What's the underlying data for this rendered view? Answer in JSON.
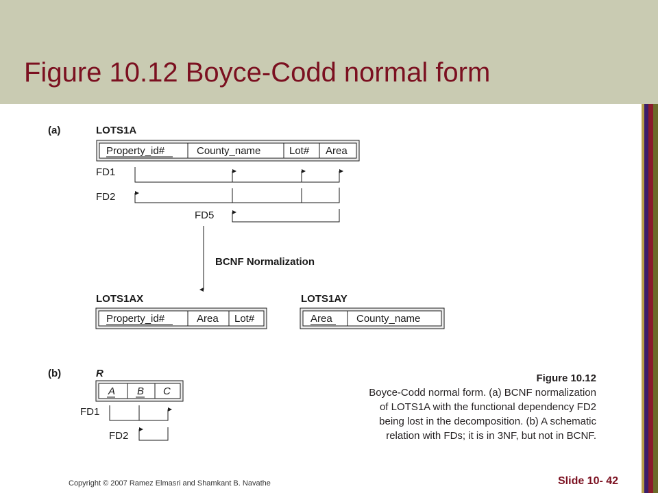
{
  "slide": {
    "title": "Figure 10.12 Boyce-Codd normal form",
    "copyright": "Copyright © 2007 Ramez Elmasri and Shamkant B. Navathe",
    "slide_number": "Slide 10- 42"
  },
  "colors": {
    "header_bg": "#c9cbb2",
    "title": "#7b1020",
    "stripe_gold": "#b8a04a",
    "stripe_purple": "#3a1f6b",
    "stripe_red": "#8b1c2c",
    "stripe_olive": "#6b6b2a"
  },
  "diagram": {
    "part_a": {
      "label": "(a)",
      "relation": {
        "name": "LOTS1A",
        "attributes": [
          "Property_id#",
          "County_name",
          "Lot#",
          "Area"
        ],
        "key": [
          "Property_id#"
        ]
      },
      "fds": [
        "FD1",
        "FD2",
        "FD5"
      ],
      "normalization_label": "BCNF Normalization",
      "result_x": {
        "name": "LOTS1AX",
        "attributes": [
          "Property_id#",
          "Area",
          "Lot#"
        ],
        "key": [
          "Property_id#"
        ]
      },
      "result_y": {
        "name": "LOTS1AY",
        "attributes": [
          "Area",
          "County_name"
        ],
        "key": [
          "Area"
        ]
      }
    },
    "part_b": {
      "label": "(b)",
      "relation": {
        "name": "R",
        "attributes": [
          "A",
          "B",
          "C"
        ],
        "key": [
          "A",
          "B"
        ]
      },
      "fds": [
        "FD1",
        "FD2"
      ]
    }
  },
  "caption": {
    "title": "Figure 10.12",
    "lines": [
      "Boyce-Codd normal form. (a) BCNF normalization",
      "of LOTS1A with the functional dependency FD2",
      "being lost in the decomposition. (b) A schematic",
      "relation with FDs; it is in 3NF, but not in BCNF."
    ]
  }
}
